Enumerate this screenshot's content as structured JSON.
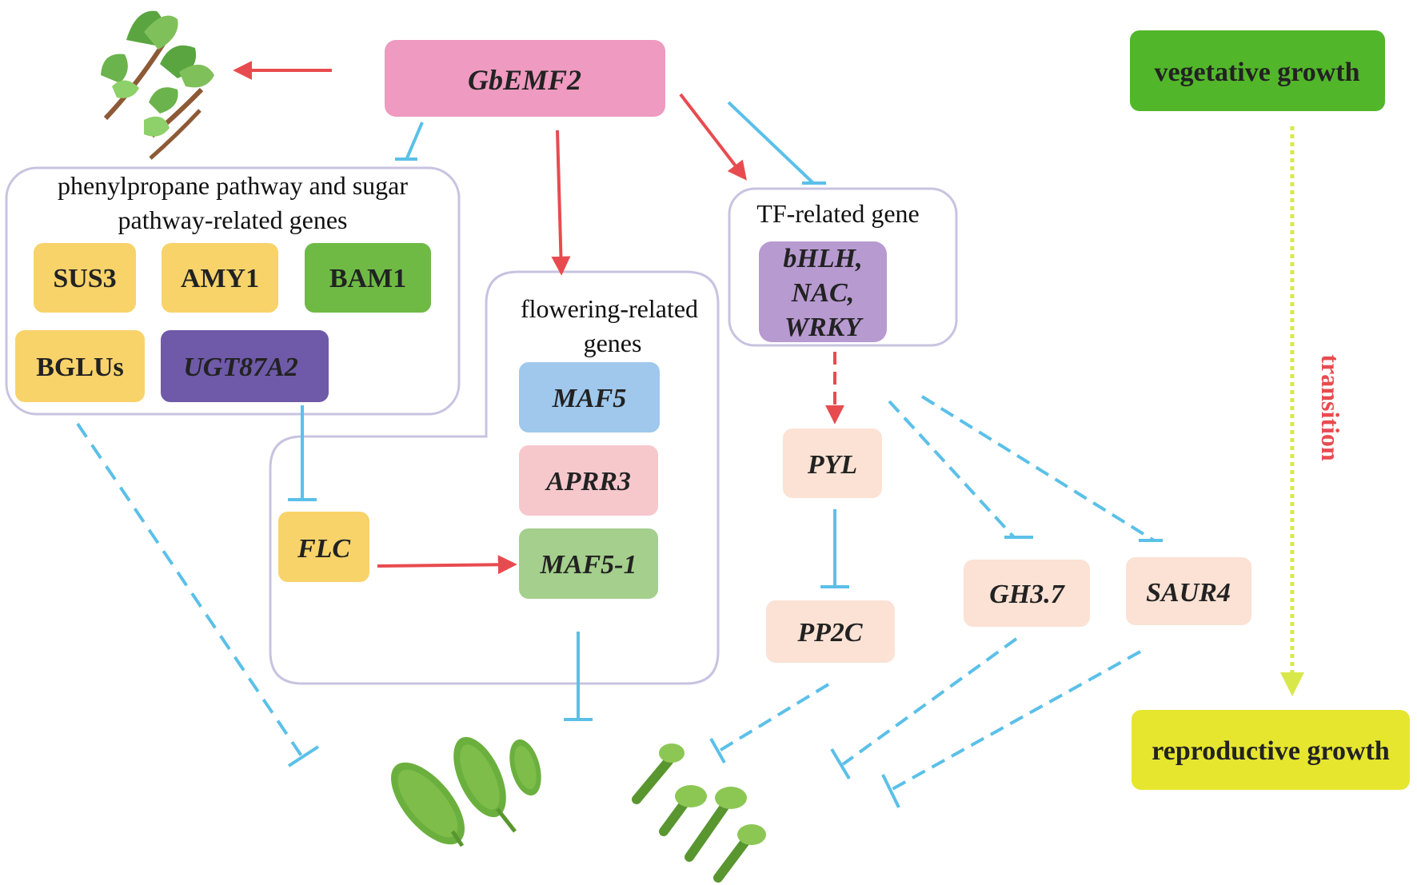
{
  "nodes": {
    "gbemf2": "GbEMF2",
    "vegetative": "vegetative growth",
    "reproductive": "reproductive growth",
    "transition": "transition",
    "sus3": "SUS3",
    "amy1": "AMY1",
    "bam1": "BAM1",
    "bglus": "BGLUs",
    "ugt87a2": "UGT87A2",
    "maf5": "MAF5",
    "aprr3": "APRR3",
    "maf51": "MAF5-1",
    "flc": "FLC",
    "tf_line1": "bHLH,",
    "tf_line2": "NAC,",
    "tf_line3": "WRKY",
    "pyl": "PYL",
    "pp2c": "PP2C",
    "gh37": "GH3.7",
    "saur4": "SAUR4"
  },
  "groups": {
    "phenyl_line1": "phenylpropane pathway and sugar",
    "phenyl_line2": "pathway-related genes",
    "flower_line1": "flowering-related",
    "flower_line2": "genes",
    "tf_title": "TF-related gene"
  },
  "colors": {
    "activation": "#e84b4f",
    "inhibition": "#5bc0e8",
    "transition_arrow": "#d8e84a",
    "transition_text": "#e84b4f",
    "group_border": "#c8c3e0",
    "gbemf2": "#ef9ac0",
    "vegetative": "#52b62a",
    "reproductive": "#e6e62f",
    "yellow_gene": "#f8d36a",
    "green_gene": "#6fba45",
    "purple_gene": "#6e5aa8",
    "tf_gene": "#b79ad0",
    "maf5": "#9fc8ec",
    "aprr3": "#f6c8cc",
    "maf51": "#a4cf8c",
    "target_gene": "#fbe2d4"
  },
  "icons": [
    "ginkgo-leaf-icon",
    "ovulate-strobili-icon",
    "pollen-cone-icon"
  ]
}
